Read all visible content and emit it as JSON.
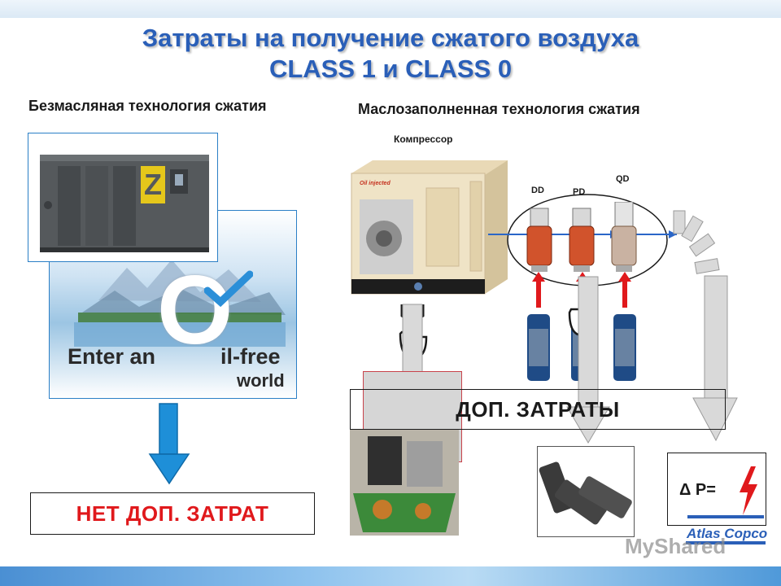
{
  "title": {
    "line1": "Затраты на получение сжатого воздуха",
    "line2": "CLASS 1 и CLASS 0"
  },
  "left": {
    "heading": "Безмасляная технология сжатия",
    "compressor_letter": "Z",
    "ad": {
      "big_o": "O",
      "line1_a": "Enter an",
      "line1_b": "il-free",
      "line2": "world"
    },
    "no_cost_label": "НЕТ ДОП. ЗАТРАТ"
  },
  "right": {
    "heading": "Маслозаполненная технология сжатия",
    "compressor_label": "Компрессор",
    "compressor_plate": "Oil injected",
    "filters": [
      "DD",
      "PD",
      "QD"
    ],
    "extra_cost_label": "ДОП. ЗАТРАТЫ",
    "pressure_label": "Δ P=",
    "brand": "Atlas Copco"
  },
  "watermark": "MyShared",
  "colors": {
    "title": "#2a5fb8",
    "accent_red": "#e0191c",
    "arrow_blue": "#1e8fd8",
    "frame_blue": "#2b7fc6"
  }
}
